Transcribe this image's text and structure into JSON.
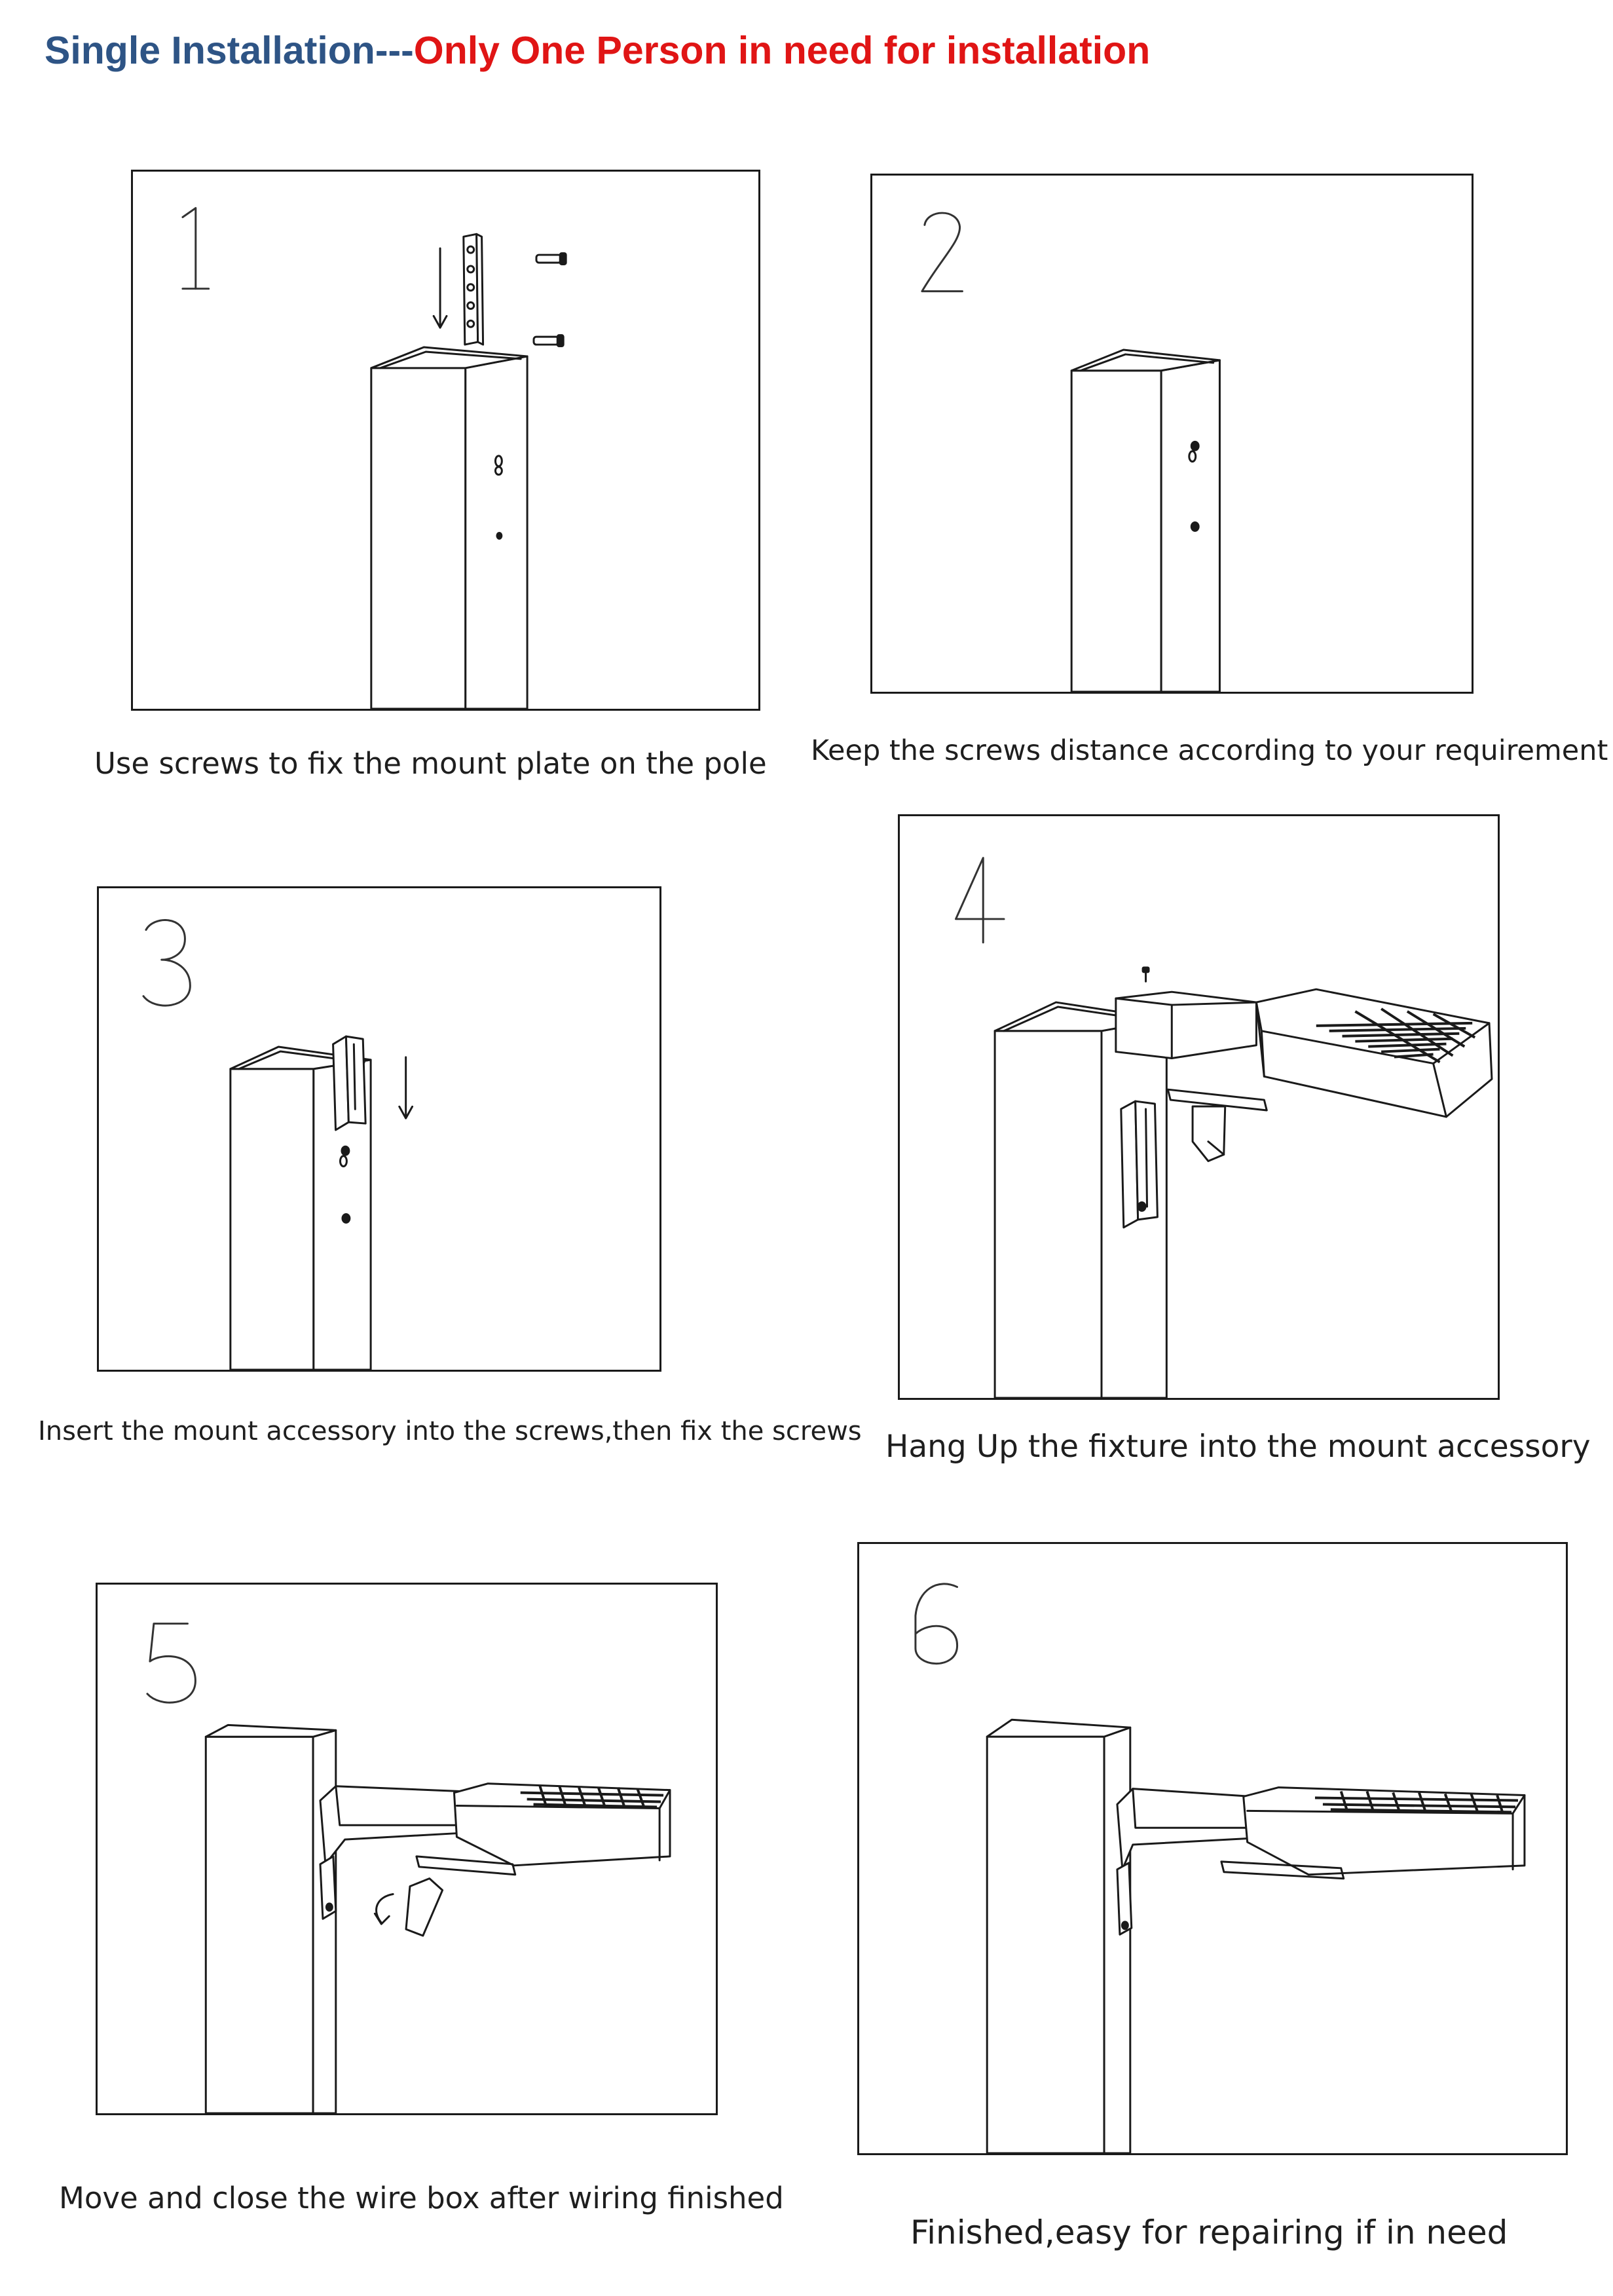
{
  "title": {
    "part1": "Single Installation---",
    "part2": "Only One Person in need for installation",
    "color_part1": "#2e5485",
    "color_part2": "#e01515"
  },
  "steps": [
    {
      "number": "1",
      "caption": "Use screws to fix the mount plate on the pole"
    },
    {
      "number": "2",
      "caption": "Keep the screws distance according to your requirement"
    },
    {
      "number": "3",
      "caption": "Insert the mount accessory into the screws,then fix the screws"
    },
    {
      "number": "4",
      "caption": "Hang Up the fixture into the mount accessory"
    },
    {
      "number": "5",
      "caption": "Move and close the wire box after wiring finished"
    },
    {
      "number": "6",
      "caption": "Finished,easy for repairing if in need"
    }
  ]
}
